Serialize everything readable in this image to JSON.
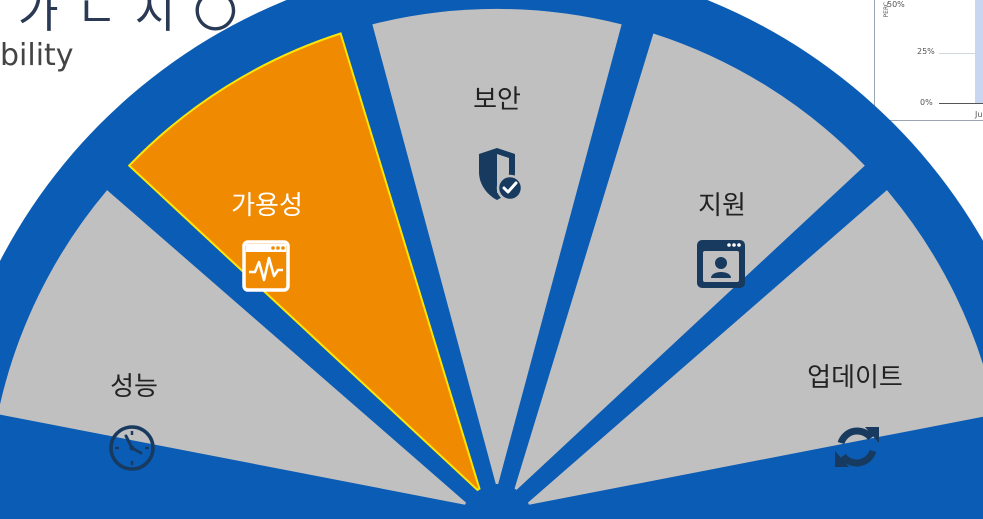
{
  "header": {
    "title_fragment": "가 ㄴ 시 〇",
    "subtitle": "bility"
  },
  "thumbnail": {
    "tick_50": "50%",
    "tick_25": "25%",
    "tick_0": "0%",
    "axis_label": "PERC",
    "x_label": "Ju"
  },
  "wheel": {
    "segments": [
      {
        "id": "performance",
        "label": "성능",
        "icon": "clock-icon",
        "selected": false
      },
      {
        "id": "availability",
        "label": "가용성",
        "icon": "window-pulse-icon",
        "selected": true
      },
      {
        "id": "security",
        "label": "보안",
        "icon": "shield-check-icon",
        "selected": false
      },
      {
        "id": "support",
        "label": "지원",
        "icon": "window-person-icon",
        "selected": false
      },
      {
        "id": "updates",
        "label": "업데이트",
        "icon": "refresh-icon",
        "selected": false
      }
    ]
  },
  "colors": {
    "ring_blue": "#0b5cb5",
    "segment_gray": "#c0c0c0",
    "segment_selected": "#f08a00",
    "selected_border": "#ffe600",
    "icon_navy": "#173a5e",
    "label_dark": "#222222",
    "label_light": "#ffffff"
  }
}
